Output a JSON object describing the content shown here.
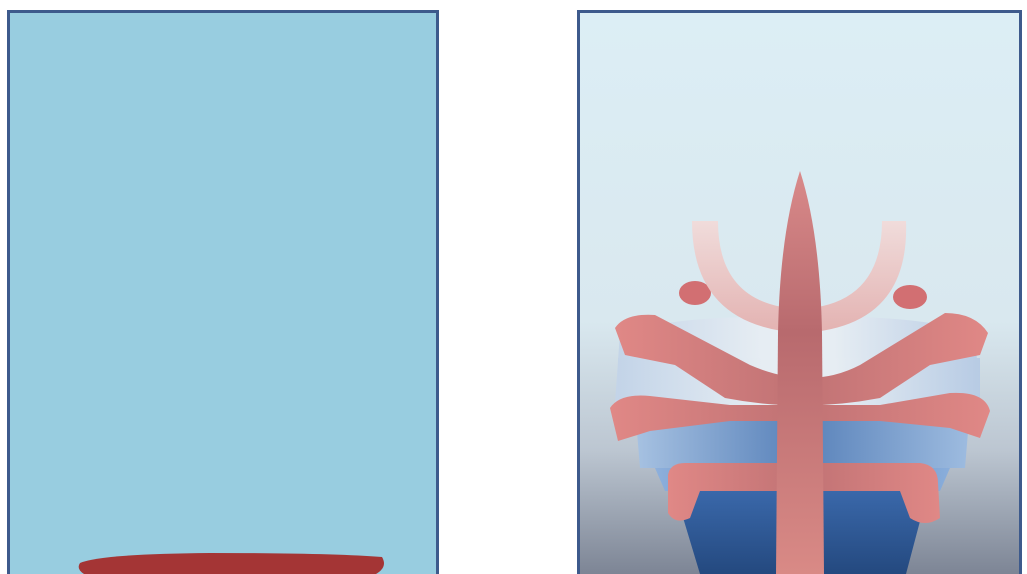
{
  "colors": {
    "border": "#3d5a8c",
    "left_background": "#98cde0",
    "left_shape": "#a43535",
    "right_background_top": "#dceef5",
    "right_background_bottom": "#7d8595",
    "shape_pink": "#d97e7e",
    "shape_dark_pink": "#b86a6e",
    "shape_light_pink": "#eed3d2",
    "band_light_blue": "#a9c4e0",
    "band_mid_blue": "#7fa6d4",
    "band_dark_blue": "#2e5a9c"
  },
  "panels": [
    {
      "name": "left-panel",
      "content": "flat-elongated-shape"
    },
    {
      "name": "right-panel",
      "content": "layered-symmetric-structure"
    }
  ]
}
